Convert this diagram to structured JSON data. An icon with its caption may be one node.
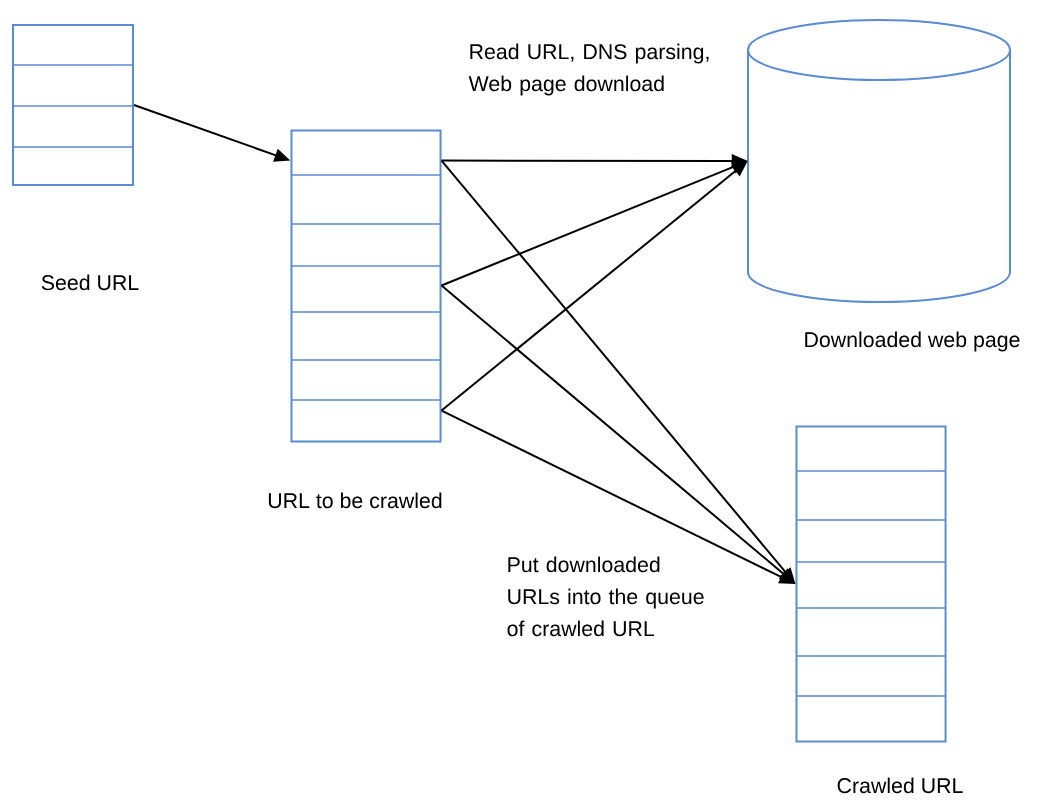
{
  "diagram": {
    "nodes": [
      {
        "text": [],
        "shape": "box"
      },
      {
        "text": [],
        "shape": "box",
        "beside": [
          "URL to be crawled"
        ]
      },
      {
        "text": [],
        "shape": "cylinder",
        "beside": [
          "Downloaded web page"
        ]
      },
      {
        "text": [],
        "shape": "box",
        "beside": [
          "Crawled URL"
        ]
      }
    ],
    "edges": [
      {
        "from": 0,
        "to": 1,
        "arrow": "to"
      },
      {
        "from": 1,
        "to": 2,
        "arrow": "to",
        "label": "Read URL, DNS parsing, Web page download"
      },
      {
        "from": 1,
        "to": 2,
        "arrow": "to"
      },
      {
        "from": 1,
        "to": 2,
        "arrow": "to"
      },
      {
        "from": 1,
        "to": 3,
        "arrow": "to"
      },
      {
        "from": 1,
        "to": 3,
        "arrow": "to"
      },
      {
        "from": 1,
        "to": 3,
        "arrow": "to",
        "label": "Put downloaded URLs into the queue of crawled URL"
      }
    ],
    "labels": [
      "Seed URL"
    ]
  }
}
